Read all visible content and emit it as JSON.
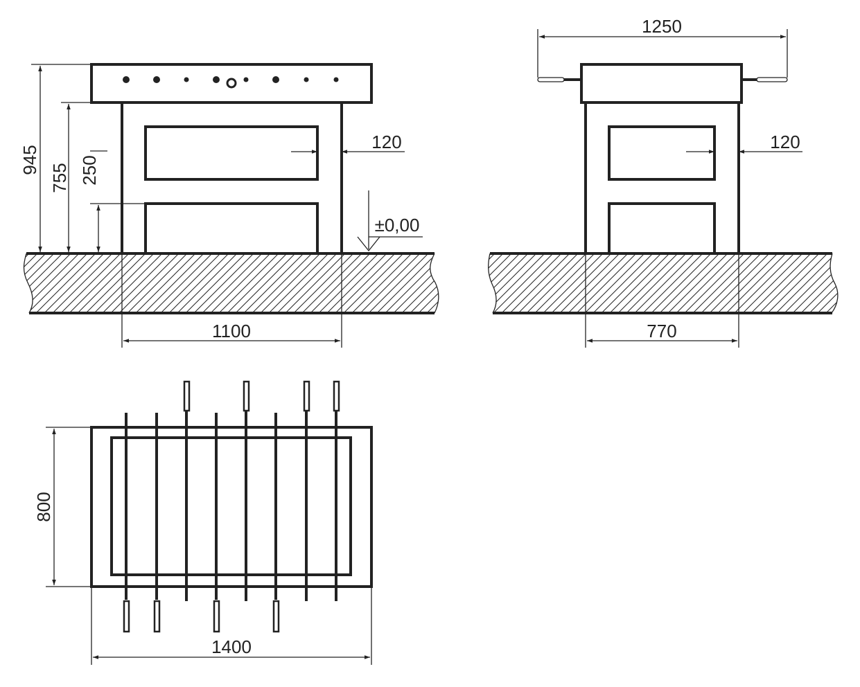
{
  "drawing": {
    "front_view": {
      "dim_total_height": "945",
      "dim_table_height": "755",
      "dim_lower_height": "250",
      "dim_wall": "120",
      "dim_width": "1100",
      "level_mark": "±0,00"
    },
    "side_view": {
      "dim_rods": "1250",
      "dim_wall": "120",
      "dim_width": "770"
    },
    "plan_view": {
      "dim_depth": "800",
      "dim_width": "1400"
    }
  }
}
